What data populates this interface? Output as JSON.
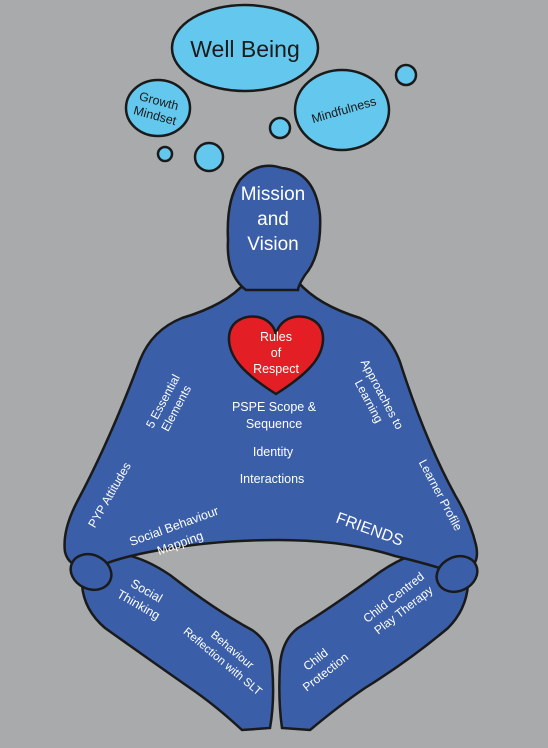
{
  "thoughts": {
    "main": "Well Being",
    "left_line1": "Growth",
    "left_line2": "Mindset",
    "right": "Mindfulness"
  },
  "head": {
    "line1": "Mission",
    "line2": "and",
    "line3": "Vision"
  },
  "heart": {
    "line1": "Rules",
    "line2": "of",
    "line3": "Respect",
    "color": "#e31e24"
  },
  "torso": {
    "line1": "PSPE Scope &",
    "line2": "Sequence",
    "identity": "Identity",
    "interactions": "Interactions"
  },
  "left_arm": {
    "upper_line1": "5 Essential",
    "upper_line2": "Elements",
    "lower": "PYP Attitudes"
  },
  "right_arm": {
    "upper_line1": "Approaches to",
    "upper_line2": "Learning",
    "lower": "Learner Profile"
  },
  "lap": {
    "left_line1": "Social Behaviour",
    "left_line2": "Mapping",
    "right": "FRIENDS"
  },
  "legs": {
    "social_line1": "Social",
    "social_line2": "Thinking",
    "behaviour_line1": "Behaviour",
    "behaviour_line2": "Reflection with SLT",
    "child_line1": "Child",
    "child_line2": "Protection",
    "therapy_line1": "Child Centred",
    "therapy_line2": "Play Therapy"
  },
  "colors": {
    "background": "#a8aaab",
    "body": "#3a5ea8",
    "bubble": "#64c8ee"
  }
}
